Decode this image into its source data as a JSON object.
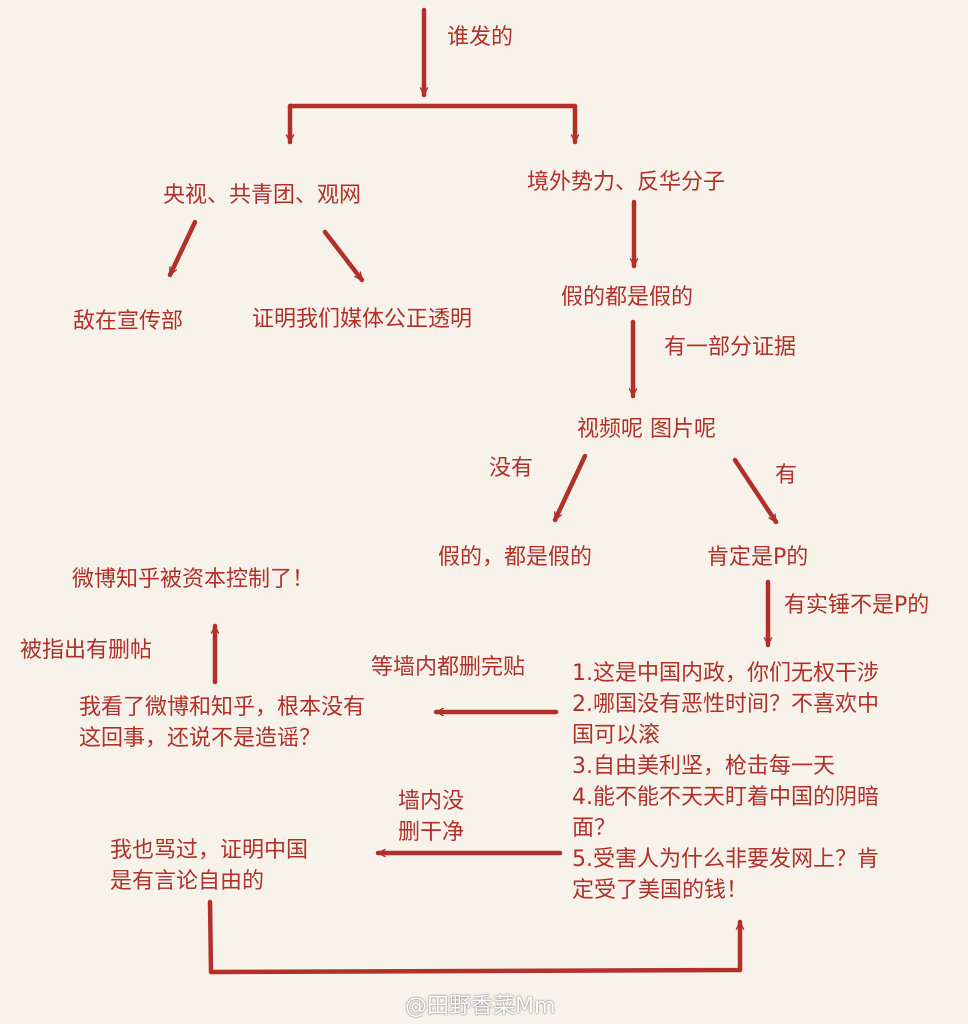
{
  "colors": {
    "background": "#f7f3ea",
    "ink": "#b2302a"
  },
  "nodes": {
    "who_posted": "谁发的",
    "official_media": "央视、共青团、观网",
    "foreign_forces": "境外势力、反华分子",
    "enemy_in_propaganda": "敌在宣传部",
    "prove_fair_media": "证明我们媒体公正透明",
    "all_fake": "假的都是假的",
    "some_evidence": "有一部分证据",
    "video_photo": "视频呢 图片呢",
    "none": "没有",
    "yes": "有",
    "fake_all_fake": "假的，都是假的",
    "must_be_ps": "肯定是P的",
    "solid_not_ps": "有实锤不是P的",
    "weibo_controlled": "微博知乎被资本控制了！",
    "pointed_deleted": "被指出有删帖",
    "wait_deleted": "等墙内都删完贴",
    "checked_weibo": "我看了微博和知乎，根本没有\n这回事，还说不是造谣？",
    "not_cleaned": "墙内没\n删干净",
    "i_cursed_too": "我也骂过，证明中国\n是有言论自由的",
    "excuses": "1.这是中国内政，你们无权干涉\n2.哪国没有恶性时间？不喜欢中\n国可以滚\n3.自由美利坚，枪击每一天\n4.能不能不天天盯着中国的阴暗\n面？\n5.受害人为什么非要发网上？肯\n定受了美国的钱！"
  },
  "watermark": "@田野香菜Mm"
}
